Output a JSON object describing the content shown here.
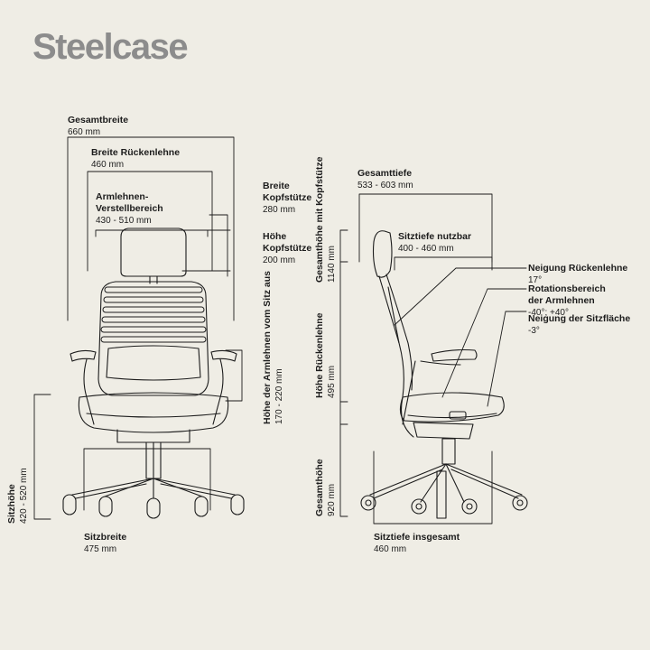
{
  "brand": "Steelcase",
  "front_view": {
    "overall_width": {
      "label": "Gesamtbreite",
      "value": "660 mm"
    },
    "backrest_width": {
      "label": "Breite Rückenlehne",
      "value": "460 mm"
    },
    "armrest_range": {
      "label": "Armlehnen-\nVerstellbereich",
      "value": "430 - 510 mm"
    },
    "headrest_width": {
      "label": "Breite\nKopfstütze",
      "value": "280 mm"
    },
    "headrest_height": {
      "label": "Höhe\nKopfstütze",
      "value": "200 mm"
    },
    "armrest_height": {
      "label": "Höhe der Armlehnen vom Sitz aus",
      "value": "170 - 220 mm"
    },
    "seat_height": {
      "label": "Sitzhöhe",
      "value": "420 - 520 mm"
    },
    "seat_width": {
      "label": "Sitzbreite",
      "value": "475 mm"
    }
  },
  "side_view": {
    "overall_depth": {
      "label": "Gesamttiefe",
      "value": "533 - 603 mm"
    },
    "usable_seat_depth": {
      "label": "Sitztiefe nutzbar",
      "value": "400 - 460 mm"
    },
    "backrest_tilt": {
      "label": "Neigung Rückenlehne",
      "value": "17°"
    },
    "armrest_rotation": {
      "label": "Rotationsbereich\nder Armlehnen",
      "value": "-40°; +40°"
    },
    "seat_tilt": {
      "label": "Neigung der Sitzfläche",
      "value": "-3°"
    },
    "height_with_headrest": {
      "label": "Gesamthöhe mit Kopfstütze",
      "value": "1140 mm"
    },
    "backrest_height": {
      "label": "Höhe Rückenlehne",
      "value": "495 mm"
    },
    "overall_height": {
      "label": "Gesamthöhe",
      "value": "920 mm"
    },
    "total_seat_depth": {
      "label": "Sitztiefe insgesamt",
      "value": "460 mm"
    }
  }
}
